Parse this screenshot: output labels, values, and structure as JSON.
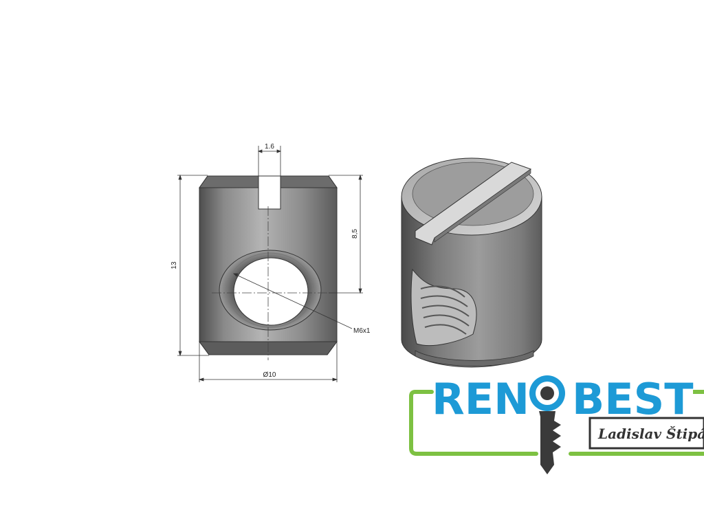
{
  "drawing": {
    "dimensions": {
      "slot_width": "1.6",
      "total_height": "13",
      "hole_position": "8,5",
      "thread": "M6x1",
      "diameter": "Ø10"
    }
  },
  "logo": {
    "brand": "RENOBEST",
    "brand_left": "REN",
    "brand_right": "BEST",
    "signature": "Ladislav Štipán",
    "colors": {
      "brand_blue": "#1d9ad6",
      "frame_green": "#7dc142",
      "key_dark": "#3a3a3a",
      "signature_bg": "#333333"
    }
  }
}
